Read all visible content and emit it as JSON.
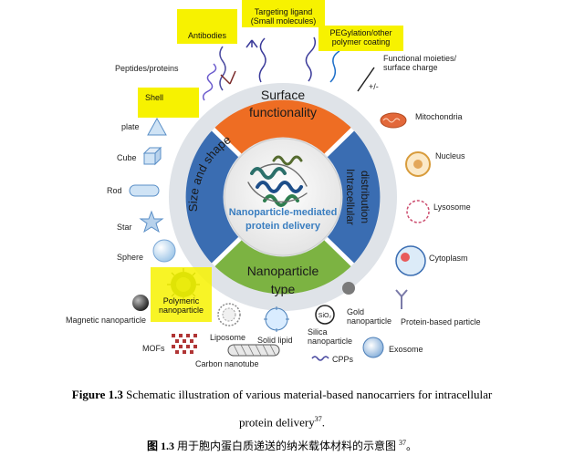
{
  "diagram": {
    "center": {
      "line1": "Nanoparticle-mediated",
      "line2": "protein delivery"
    },
    "segments": {
      "top": {
        "line1": "Surface",
        "line2": "functionality",
        "color": "#ee6d23"
      },
      "right": {
        "line1": "Intracellular",
        "line2": "distribution",
        "color": "#3a6db2"
      },
      "bottom": {
        "line1": "Nanoparticle",
        "line2": "type",
        "color": "#7cb342"
      },
      "left": {
        "text": "Size and shape",
        "color": "#3a6db2"
      }
    },
    "surface_labels": {
      "targeting": "Targeting ligand\n(Small molecules)",
      "antibodies": "Antibodies",
      "peg": "PEGylation/other\npolymer coating",
      "peptides": "Peptides/proteins",
      "functional": "Functional moieties/\nsurface charge"
    },
    "shape_labels": {
      "shell": "Shell",
      "plate": "plate",
      "cube": "Cube",
      "rod": "Rod",
      "star": "Star",
      "sphere": "Sphere"
    },
    "distribution_labels": {
      "mitochondria": "Mitochondria",
      "nucleus": "Nucleus",
      "lysosome": "Lysosome",
      "cytoplasm": "Cytoplasm"
    },
    "type_labels": {
      "polymeric": "Polymeric\nnanoparticle",
      "magnetic": "Magnetic nanoparticle",
      "gold": "Gold\nnanoparticle",
      "protein_based": "Protein-based particle",
      "liposome": "Liposome",
      "solid_lipid": "Solid lipid",
      "silica": "Silica\nnanoparticle",
      "exosome": "Exosome",
      "mofs": "MOFs",
      "carbon_nanotube": "Carbon nanotube",
      "cpps": "CPPs",
      "sio2": "SiO₂"
    },
    "highlight_color": "#f7f200"
  },
  "caption": {
    "en_bold": "Figure 1.3",
    "en_text": " Schematic illustration of various material-based nanocarriers for intracellular",
    "en_line2": "protein delivery",
    "en_ref": "37",
    "en_end": ".",
    "zh_bold": "图 1.3",
    "zh_text": " 用于胞内蛋白质递送的纳米载体材料的示意图 ",
    "zh_ref": "37",
    "zh_end": "。"
  }
}
